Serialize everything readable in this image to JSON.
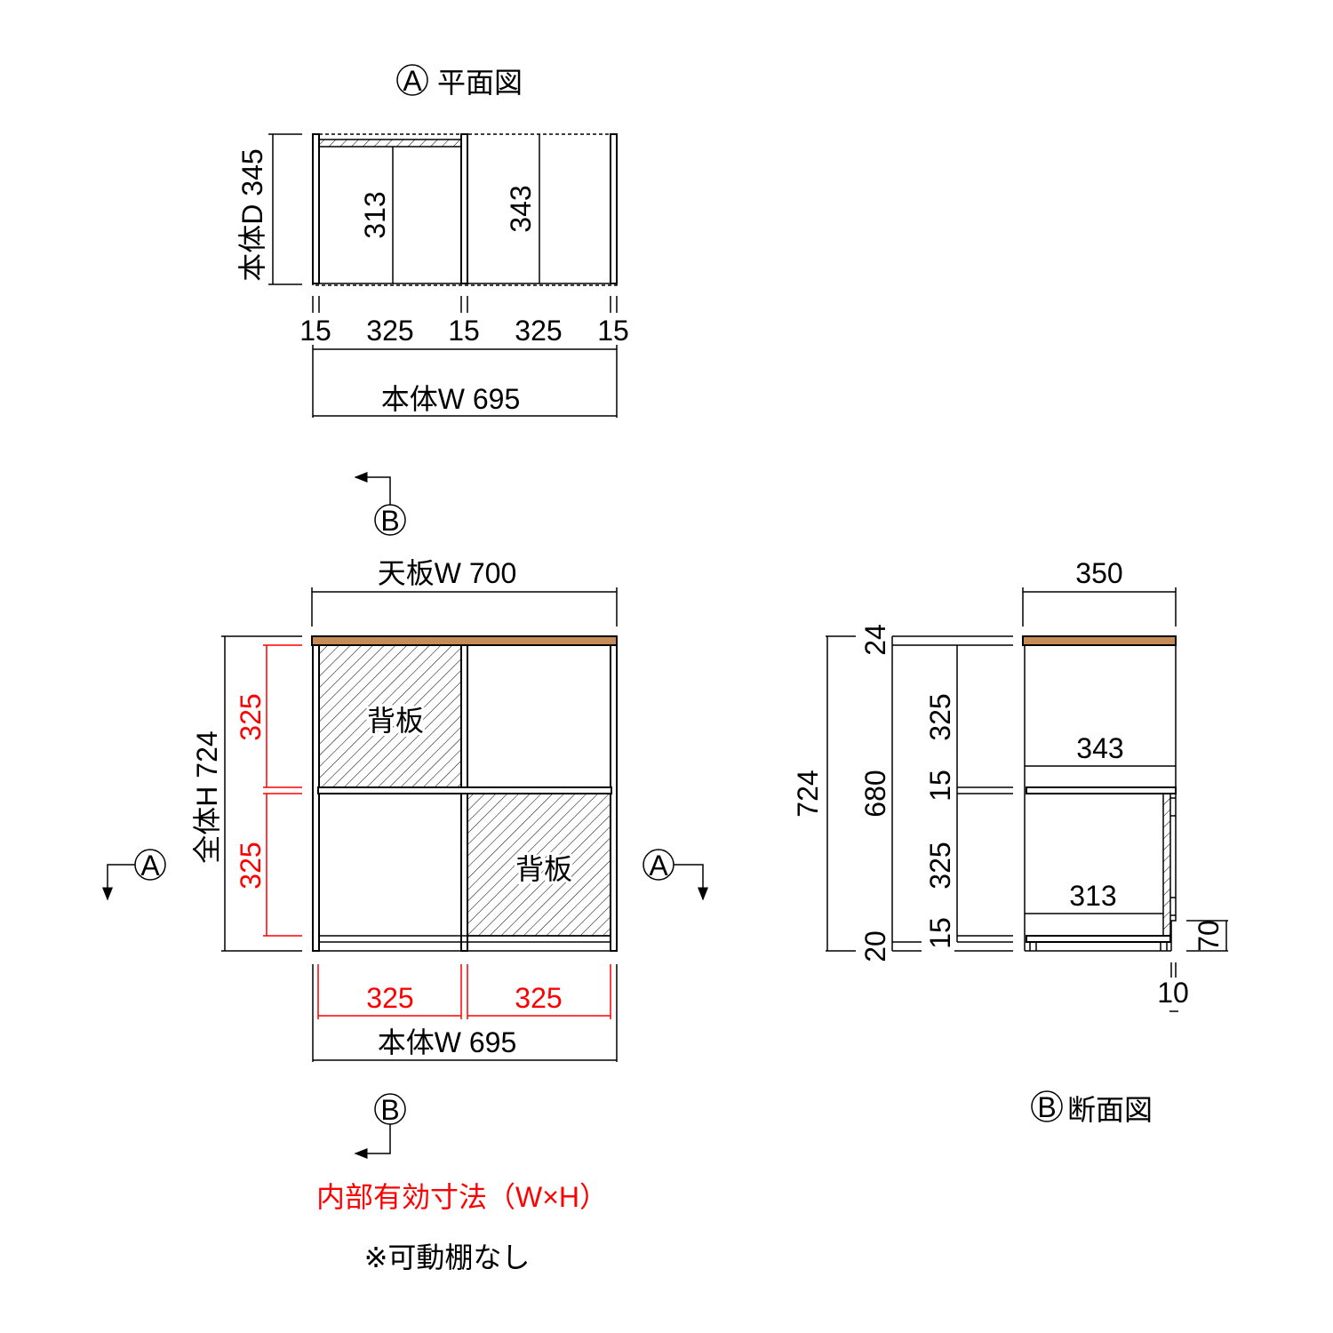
{
  "colors": {
    "top_board": "#c68c57",
    "inner_dimension": "#ff0000",
    "line": "#000000"
  },
  "plan_view": {
    "marker": "A",
    "title": "平面図",
    "depth_label": "本体D 345",
    "inner_depth_with_back": "313",
    "inner_depth": "343",
    "width_segments": [
      "15",
      "325",
      "15",
      "325",
      "15"
    ],
    "width_label": "本体W 695"
  },
  "front_elevation": {
    "top_width_label": "天板W 700",
    "height_label": "全体H 724",
    "inner_heights": [
      "325",
      "325"
    ],
    "inner_widths": [
      "325",
      "325"
    ],
    "width_label": "本体W 695",
    "back_panel_label": "背板",
    "section_marker_b": "B",
    "section_marker_a": "A"
  },
  "section_view": {
    "marker": "B",
    "title": "断面図",
    "depth": "350",
    "upper_inner_depth": "343",
    "lower_inner_depth": "313",
    "total_height": "724",
    "top_thickness": "24",
    "body_height": "680",
    "base_height": "20",
    "vertical_segments": [
      "325",
      "15",
      "325",
      "15"
    ],
    "plinth_height": "70",
    "plinth_setback": "10"
  },
  "notes": {
    "inner_size_legend": "内部有効寸法（W×H）",
    "shelf_note": "※可動棚なし"
  }
}
